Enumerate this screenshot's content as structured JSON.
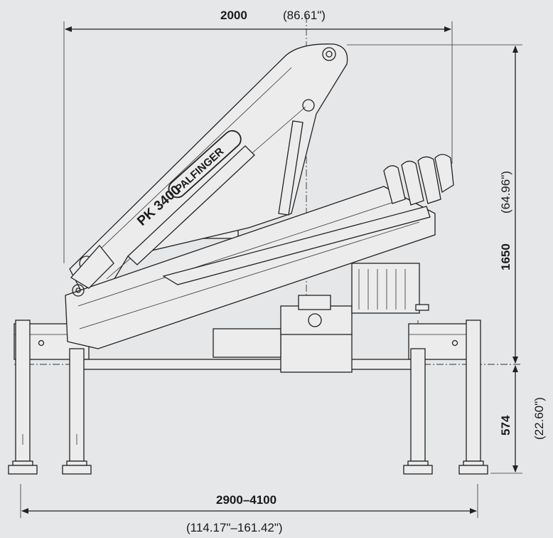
{
  "dimensions": {
    "top_width": {
      "value": "2000",
      "inches": "(86.61\")"
    },
    "height_upper": {
      "value": "1650",
      "inches": "(64.96\")"
    },
    "height_lower": {
      "value": "574",
      "inches": "(22.60\")"
    },
    "bottom_width": {
      "value": "2900–4100",
      "inches": "(114.17\"–161.42\")"
    }
  },
  "crane": {
    "model": "PK 3400",
    "brand": "PALFINGER"
  },
  "colors": {
    "background": "#e6e7e8",
    "line": "#222222",
    "part_fill": "#ececec"
  }
}
